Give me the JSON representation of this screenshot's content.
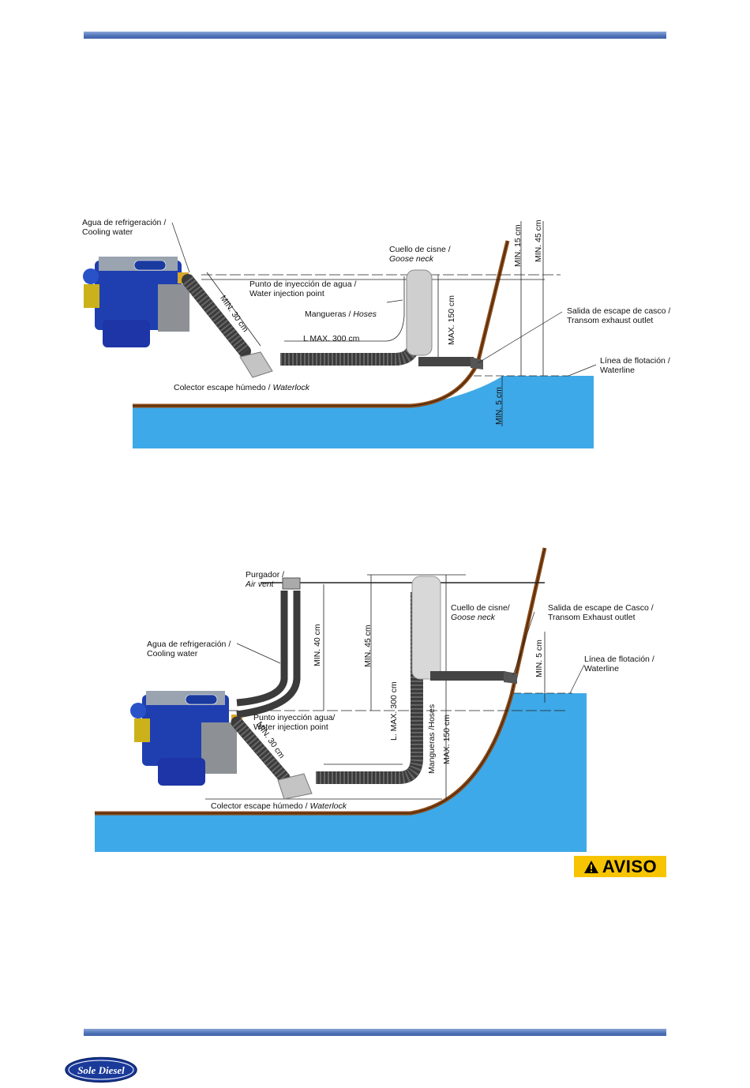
{
  "diagram1": {
    "cooling_water_es": "Agua de refrigeración /",
    "cooling_water_en": "Cooling water",
    "injection_es": "Punto de inyección de agua /",
    "injection_en": "Water injection point",
    "min30": "MIN. 30 cm",
    "hoses_es": "Mangueras /",
    "hoses_en": "Hoses",
    "lmax": "L MAX. 300 cm",
    "gooseneck_es": "Cuello de cisne /",
    "gooseneck_en": "Goose neck",
    "max150": "MAX. 150 cm",
    "min15": "MIN. 15 cm",
    "min45": "MIN. 45 cm",
    "min5": "MIN. 5 cm",
    "outlet_es": "Salida de escape de casco /",
    "outlet_en": "Transom exhaust outlet",
    "waterline_es": "Línea de flotación /",
    "waterline_en": "Waterline",
    "waterlock_es": "Colector escape húmedo /",
    "waterlock_en": "Waterlock"
  },
  "diagram2": {
    "airvent_es": "Purgador /",
    "airvent_en": "Air vent",
    "cooling_water_es": "Agua de refrigeración /",
    "cooling_water_en": "Cooling water",
    "min40": "MIN. 40 cm",
    "min45": "MIN. 45 cm",
    "lmax": "L. MAX. 300 cm",
    "hoses": "Mangueras /Hoses",
    "max150": "MAX. 150 cm",
    "gooseneck_es": "Cuello de cisne/",
    "gooseneck_en": "Goose neck",
    "outlet_es": "Salida de escape de Casco /",
    "outlet_en": "Transom Exhaust outlet",
    "min5": "MIN. 5 cm",
    "waterline_es": "Línea de flotación /",
    "waterline_en": "Waterline",
    "injection_es": "Punto inyección agua/",
    "injection_en": "Water injection point",
    "min30": "MIN. 30 cm",
    "waterlock_es": "Colector escape húmedo /",
    "waterlock_en": "Waterlock"
  },
  "warning": {
    "label": "AVISO"
  },
  "footer": {
    "logo_text": "Sole Diesel"
  },
  "colors": {
    "water": "#3ea9e8",
    "hull": "#8a4a18",
    "rule": "#4e72b8",
    "warning": "#f6c400"
  }
}
